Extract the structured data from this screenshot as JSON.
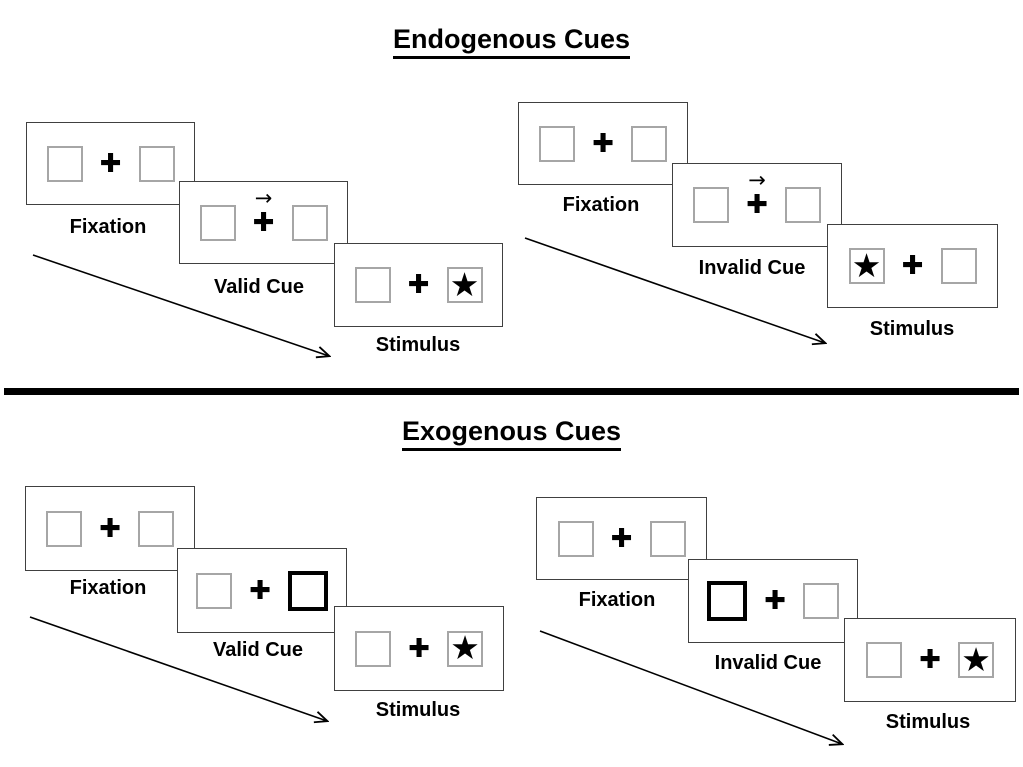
{
  "sections": [
    {
      "title": "Endogenous Cues",
      "groups": [
        {
          "condition": "valid",
          "cue_type": "central-arrow-pointing-right",
          "target_location": "right",
          "panels": [
            {
              "label": "Fixation"
            },
            {
              "label": "Valid Cue"
            },
            {
              "label": "Stimulus"
            }
          ]
        },
        {
          "condition": "invalid",
          "cue_type": "central-arrow-pointing-right",
          "target_location": "left",
          "panels": [
            {
              "label": "Fixation"
            },
            {
              "label": "Invalid Cue"
            },
            {
              "label": "Stimulus"
            }
          ]
        }
      ]
    },
    {
      "title": "Exogenous Cues",
      "groups": [
        {
          "condition": "valid",
          "cue_type": "peripheral-bold-box-right",
          "target_location": "right",
          "panels": [
            {
              "label": "Fixation"
            },
            {
              "label": "Valid Cue"
            },
            {
              "label": "Stimulus"
            }
          ]
        },
        {
          "condition": "invalid",
          "cue_type": "peripheral-bold-box-left",
          "target_location": "right",
          "panels": [
            {
              "label": "Fixation"
            },
            {
              "label": "Invalid Cue"
            },
            {
              "label": "Stimulus"
            }
          ]
        }
      ]
    }
  ],
  "glyphs": {
    "fixation_cross": "✚",
    "cue_arrow": "→",
    "target_star": "★"
  },
  "colors": {
    "ink": "#000000",
    "panel_border": "#404040",
    "box_border": "#a6a6a6",
    "background": "#ffffff"
  }
}
